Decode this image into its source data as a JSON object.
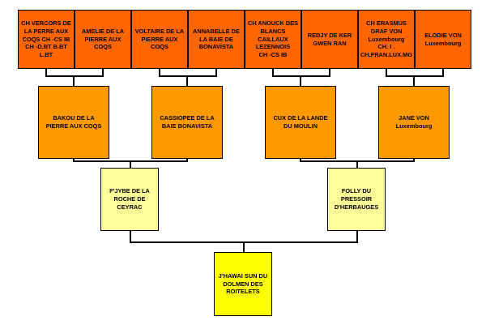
{
  "great_grandparents": [
    "CH VERCORS DE\nLA PERRE AUX\nCOQS CH -CS IB\nCH -D.BT  B.BT\nL.BT",
    "AMELIE DE LA\nPIERRE AUX COQS",
    "VOLTAIRE DE LA\nPIERRE AUX COQS",
    "ANNABELLE DE\nLA BAIE DE\nBONAVISTA",
    "CH ANOUCK DES\nBLANCS\nCAILLAUX\nLEZENNOIS\nCH -CS IB",
    "REDJY DE KER\nGWEN RAN",
    "CH ERASMUS\nGRAF VON\nLuxembourg\nCH. I .\nCH.FRAN.LUX.MG",
    "ELODIE VON\nLuxembourg"
  ],
  "grandparents": [
    "BAKOU DE LA\nPIERRE AUX COQS",
    "CASSIOPEE DE LA\nBAIE BONAVISTA",
    "CUX DE LA LANDE\nDU MOULIN",
    "JANE VON\nLuxembourg"
  ],
  "parents": [
    "F'JYBE DE LA\nROCHE DE\nCEYRAC",
    "FOLLY DU\nPRESSOIR\nD'HERBAUGES"
  ],
  "subject": "J'HAWAI SUN DU\nDOLMEN DES\nROITELETS",
  "colors": {
    "great_grandparent": "#ff6600",
    "grandparent": "#ff9900",
    "parent": "#ffff99",
    "subject": "#ffff00",
    "line": "#000000"
  }
}
